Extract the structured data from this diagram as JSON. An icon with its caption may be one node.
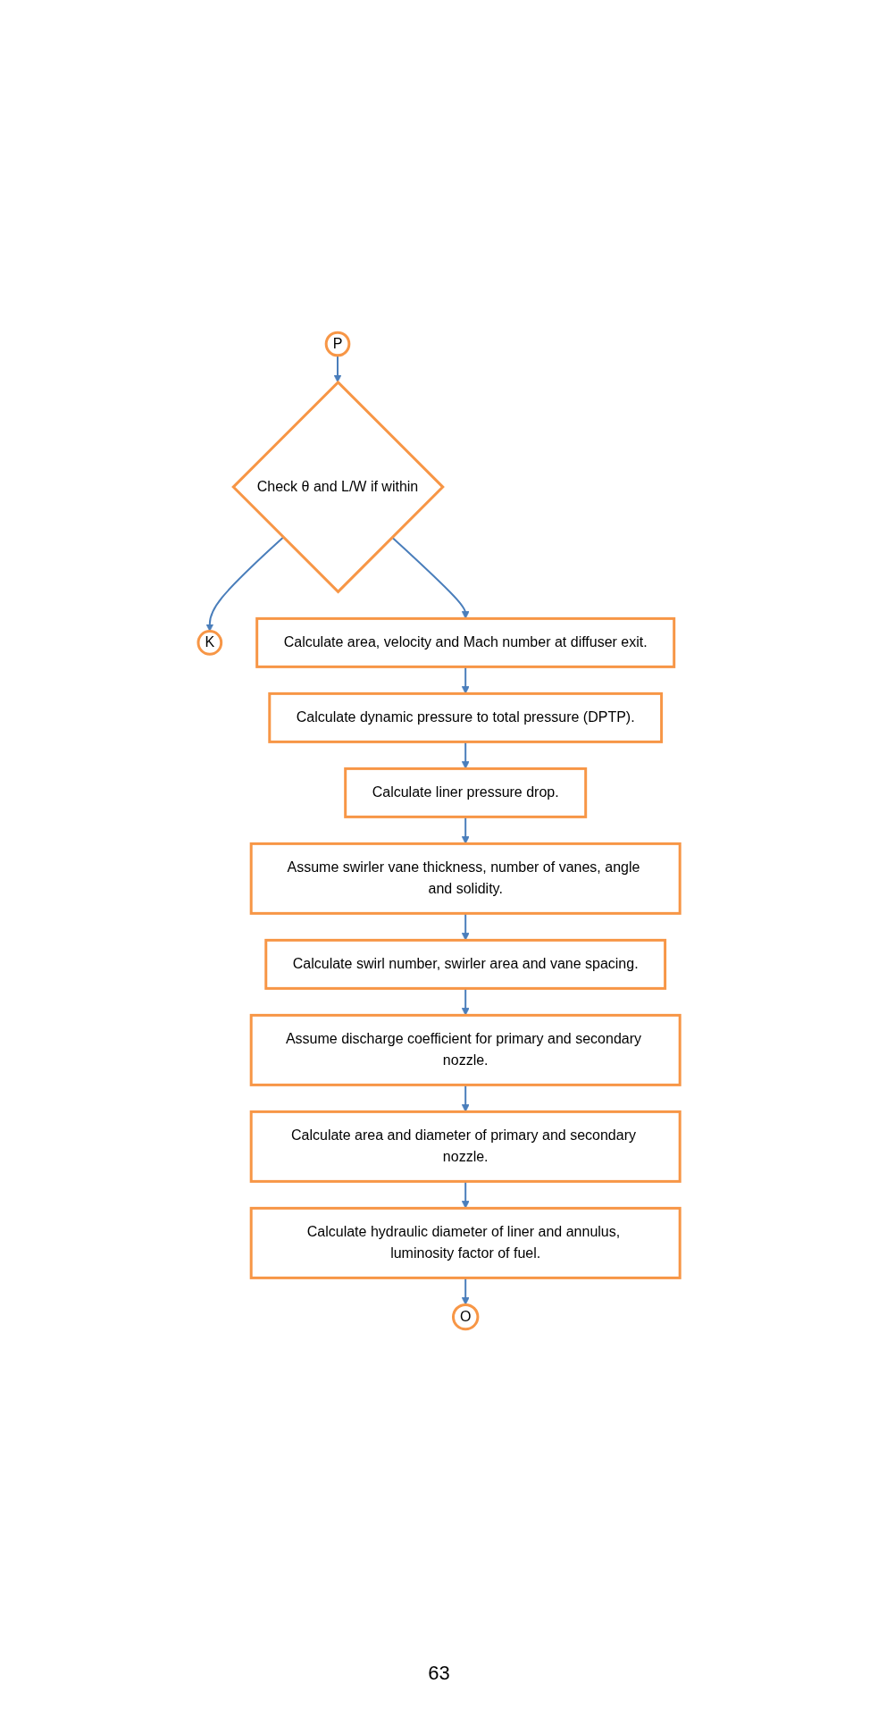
{
  "diagram": {
    "nodes": [
      {
        "text": [
          "P"
        ]
      },
      {
        "text": [
          "Check θ and L/W if within"
        ]
      },
      {
        "text": [
          "K"
        ]
      },
      {
        "text": [
          "Calculate area, velocity and Mach number at diffuser exit."
        ]
      },
      {
        "text": [
          "Calculate dynamic pressure to total pressure (DPTP)."
        ]
      },
      {
        "text": [
          "Calculate liner pressure drop."
        ]
      },
      {
        "text": [
          "Assume swirler vane thickness, number of vanes, angle and solidity."
        ]
      },
      {
        "text": [
          "Calculate swirl number, swirler area and vane spacing."
        ]
      },
      {
        "text": [
          "Assume discharge coefficient for primary and secondary nozzle."
        ]
      },
      {
        "text": [
          "Calculate area and diameter of primary and secondary nozzle."
        ]
      },
      {
        "text": [
          "Calculate hydraulic diameter of liner and annulus, luminosity factor of fuel."
        ]
      },
      {
        "text": [
          "O"
        ]
      }
    ],
    "edges": [
      {
        "from": 0,
        "to": 1,
        "arrow": "to"
      },
      {
        "from": 1,
        "to": 2,
        "arrow": "to"
      },
      {
        "from": 1,
        "to": 3,
        "arrow": "to"
      },
      {
        "from": 3,
        "to": 4,
        "arrow": "to"
      },
      {
        "from": 4,
        "to": 5,
        "arrow": "to"
      },
      {
        "from": 5,
        "to": 6,
        "arrow": "to"
      },
      {
        "from": 6,
        "to": 7,
        "arrow": "to"
      },
      {
        "from": 7,
        "to": 8,
        "arrow": "to"
      },
      {
        "from": 8,
        "to": 9,
        "arrow": "to"
      },
      {
        "from": 9,
        "to": 10,
        "arrow": "to"
      },
      {
        "from": 10,
        "to": 11,
        "arrow": "to"
      }
    ],
    "labels": [
      "63"
    ]
  }
}
